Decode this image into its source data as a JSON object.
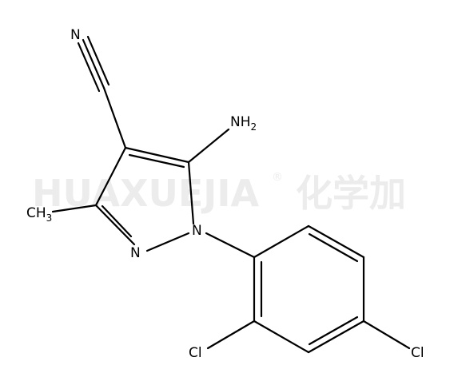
{
  "watermark": {
    "text": "HUAXUEJIA",
    "registered": "®",
    "cjk": "化学加"
  },
  "atoms": {
    "nitrile_n": "N",
    "amine": {
      "symbol": "NH",
      "subscript": "2"
    },
    "methyl": {
      "prefix": "CH",
      "subscript": "3"
    },
    "ring_n": "N",
    "ring_n1": "N",
    "chloro_ortho": "Cl",
    "chloro_para": "Cl"
  }
}
